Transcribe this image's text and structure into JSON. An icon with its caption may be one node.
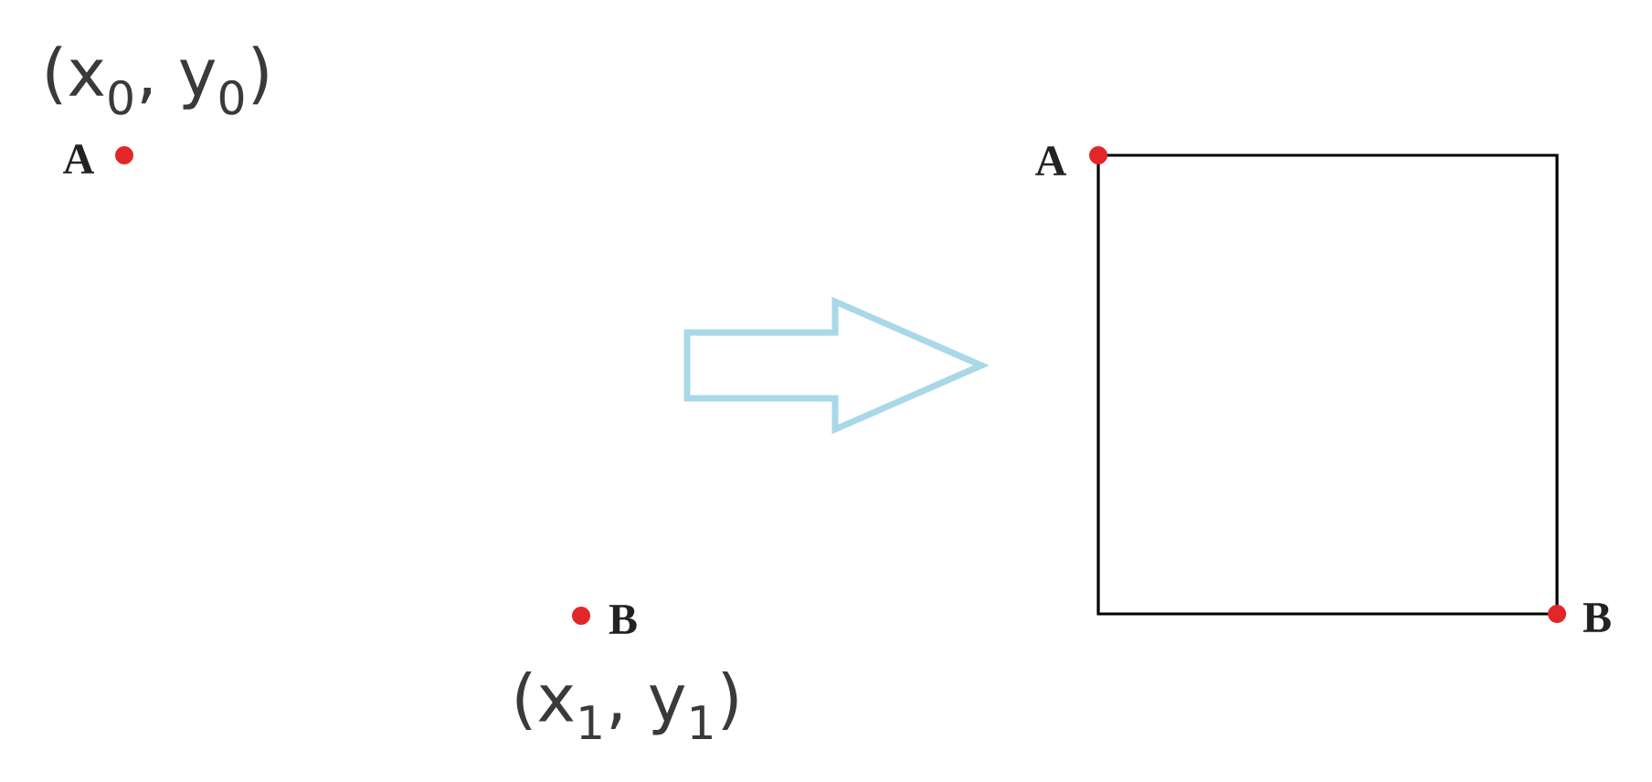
{
  "diagram": {
    "nodes": [
      {
        "text": [],
        "shape": "box"
      }
    ],
    "labels": [
      "(x$_{0}$, y$_{0}$)",
      "A",
      "A",
      "B",
      "B",
      "(x$_{1}$, y$_{1}$)"
    ]
  }
}
